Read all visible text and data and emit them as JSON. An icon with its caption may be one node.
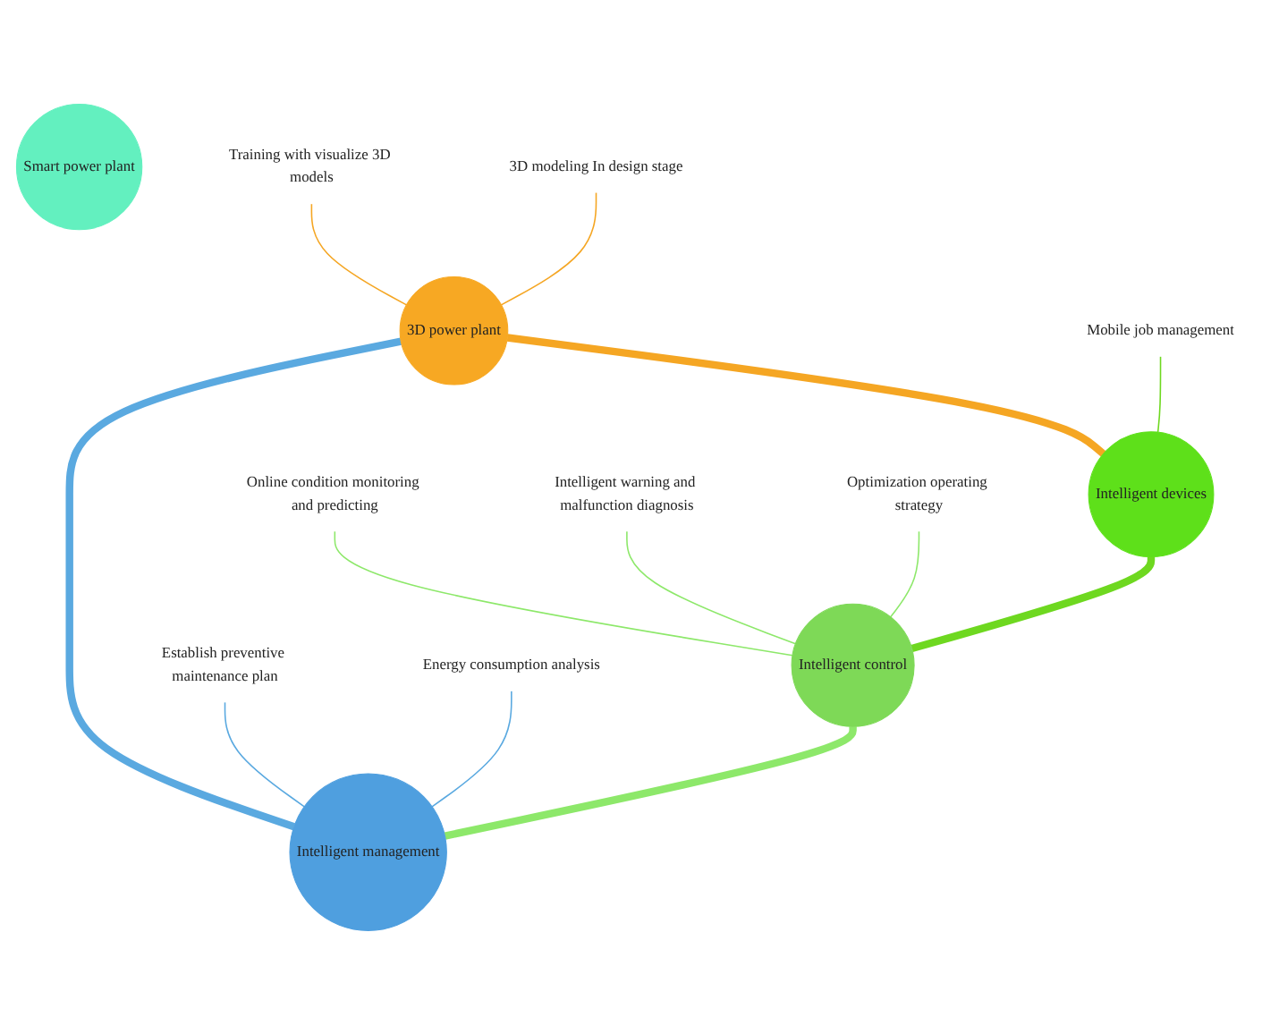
{
  "diagram": {
    "nodes": [
      {
        "text": [
          "3D modeling In design stage"
        ]
      },
      {
        "text": [
          "Mobile job management"
        ]
      },
      {
        "text": [
          "3D power plant"
        ]
      },
      {
        "text": [
          "Intelligent devices"
        ]
      },
      {
        "text": [
          "Training with visualize 3D models"
        ]
      },
      {
        "text": [
          "Smart power plant"
        ]
      },
      {
        "text": [
          "Online condition monitoring and predicting"
        ]
      },
      {
        "text": [
          "Establish preventive maintenance plan"
        ]
      },
      {
        "text": [
          "Intelligent management"
        ]
      },
      {
        "text": [
          "Intelligent control"
        ]
      },
      {
        "text": [
          "Intelligent warning and malfunction diagnosis"
        ]
      },
      {
        "text": [
          "Energy consumption analysis"
        ]
      },
      {
        "text": [
          "Optimization operating strategy"
        ]
      }
    ],
    "edges": [
      {
        "from": 2,
        "to": 3,
        "arrow": "none",
        "style": "thick",
        "color": "#f5a623"
      },
      {
        "from": 3,
        "to": 9,
        "arrow": "none",
        "style": "thick",
        "color": "#6ed820"
      },
      {
        "from": 9,
        "to": 8,
        "arrow": "none",
        "style": "thick",
        "color": "#8de86a"
      },
      {
        "from": 8,
        "to": 2,
        "arrow": "none",
        "style": "thick",
        "color": "#5aa9e0"
      },
      {
        "from": 0,
        "to": 2,
        "arrow": "none",
        "color": "#f5a623"
      },
      {
        "from": 4,
        "to": 2,
        "arrow": "none",
        "color": "#f5a623"
      },
      {
        "from": 1,
        "to": 3,
        "arrow": "none",
        "color": "#6ed820"
      },
      {
        "from": 6,
        "to": 9,
        "arrow": "none",
        "color": "#8de86a"
      },
      {
        "from": 10,
        "to": 9,
        "arrow": "none",
        "color": "#8de86a"
      },
      {
        "from": 12,
        "to": 9,
        "arrow": "none",
        "color": "#8de86a"
      },
      {
        "from": 7,
        "to": 8,
        "arrow": "none",
        "color": "#5aa9e0"
      },
      {
        "from": 11,
        "to": 8,
        "arrow": "none",
        "color": "#5aa9e0"
      }
    ]
  }
}
